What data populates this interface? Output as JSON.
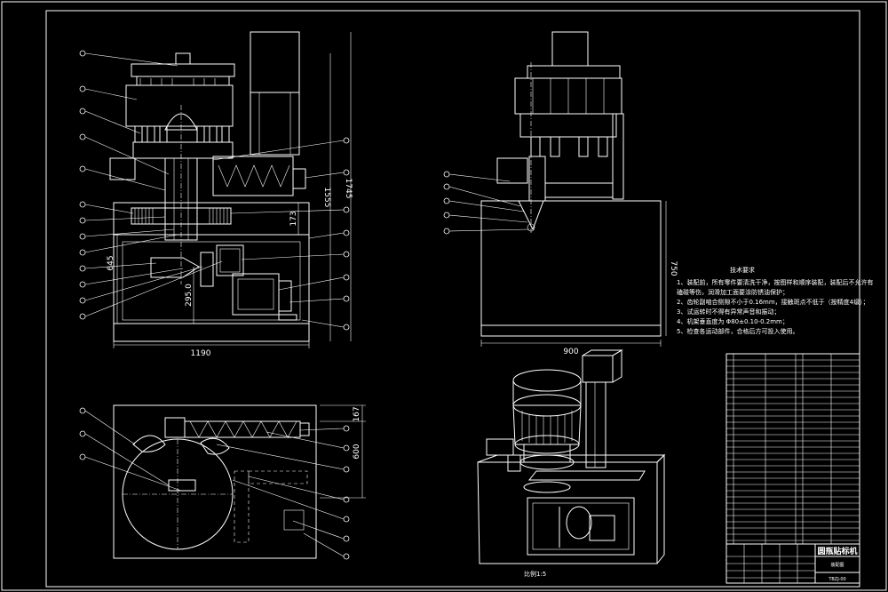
{
  "drawing": {
    "dimensions": {
      "front_width": "1190",
      "front_height_total": "1745",
      "front_height_inner": "1555",
      "front_upper": "173",
      "front_mid": "645",
      "front_shaft": "295.0",
      "side_width": "900",
      "side_height": "750",
      "plan_depth_top": "167",
      "plan_depth": "600"
    },
    "tech_req": {
      "title": "技术要求",
      "lines": [
        "1、装配前，所有零件要清洗干净，按图样和顺序装配，装配后不允许有",
        "   磕碰等伤，润滑加工面要涂防锈油保护；",
        "2、齿轮副啮合侧隙不小于0.16mm，接触斑点不低于（按精度4级）；",
        "3、试运转时不得有异常声音和振动；",
        "4、机架垂直度为 Φ80±0.10-0.2mm；",
        "5、检查各运动部件，合格后方可投入使用。"
      ]
    },
    "plan_scale": "比例1:5",
    "title_block": {
      "name": "圆瓶贴标机",
      "subtitle": "装配图",
      "code": "TBZJ-00"
    }
  }
}
